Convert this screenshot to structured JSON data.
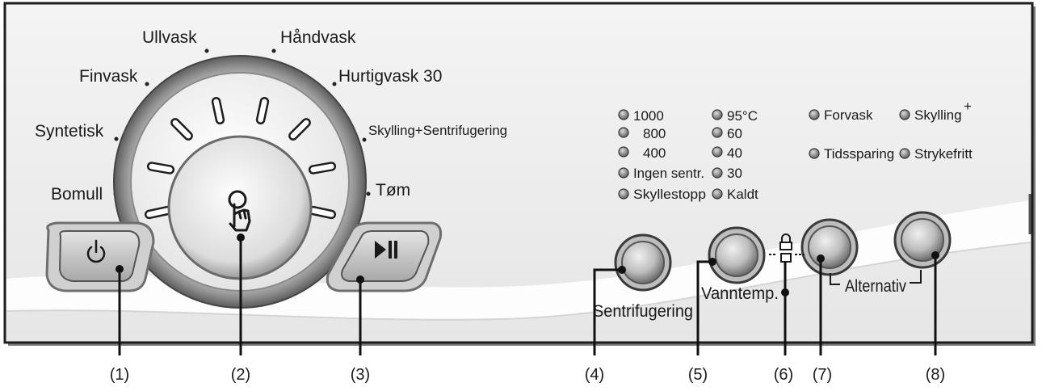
{
  "programs": {
    "bomull": "Bomull",
    "syntetisk": "Syntetisk",
    "finvask": "Finvask",
    "ullvask": "Ullvask",
    "handvask": "Håndvask",
    "hurtigvask": "Hurtigvask 30",
    "skylling_sentrifugering": "Skylling+Sentrifugering",
    "tom": "Tøm"
  },
  "spin_options": [
    "1000",
    "800",
    "400",
    "Ingen sentr.",
    "Skyllestopp"
  ],
  "temp_options": [
    "95°C",
    "60",
    "40",
    "30",
    "Kaldt"
  ],
  "option_lights": {
    "forvask": "Forvask",
    "skylling": "Skylling",
    "skylling_sup": "+",
    "tidssparing": "Tidssparing",
    "strykefritt": "Strykefritt"
  },
  "control_labels": {
    "sentrifugering": "Sentrifugering",
    "vanntemp": "Vanntemp.",
    "alternativ": "Alternativ"
  },
  "callouts": [
    "(1)",
    "(2)",
    "(3)",
    "(4)",
    "(5)",
    "(6)",
    "(7)",
    "(8)"
  ],
  "icons": {
    "power": "power-icon",
    "touch": "touch-pointer-icon",
    "play_pause": "play-pause-icon",
    "lock": "child-lock-icon"
  }
}
